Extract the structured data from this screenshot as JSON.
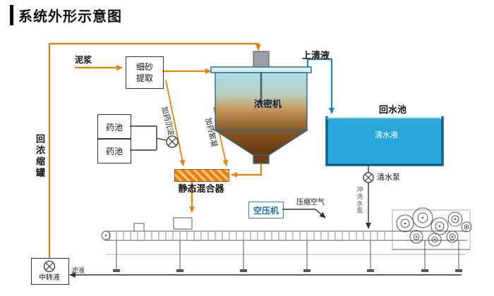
{
  "title": "系统外形示意图",
  "colors": {
    "pipe_orange": "#e8820c",
    "pipe_blue": "#1f86c8",
    "water_fill": "#29a7db",
    "water_border": "#0e618c",
    "tank_top": "#a9dcec",
    "tank_bottom": "#8a5826",
    "machine_line": "#555555"
  },
  "labels": {
    "mud": "泥浆",
    "sand_extractor_line1": "细砂",
    "sand_extractor_line2": "提取",
    "thickener": "浓密机",
    "supernatant": "上清液",
    "return_pool": "回水池",
    "clear_water": "清水液",
    "clear_water_pump": "清水泵",
    "flush_pump": "冲洗水泵",
    "chem_tank_1": "药池",
    "chem_tank_2": "药池",
    "dosing_sedimentation": "加药沉淀",
    "dosing_flocculation": "加药絮凝",
    "static_mixer": "静态混合器",
    "air_compressor": "空压机",
    "compressed_air": "压缩空气",
    "return_thickener": "回浓缩罐",
    "transfer_tank": "中转液",
    "filtrate": "滤液"
  }
}
